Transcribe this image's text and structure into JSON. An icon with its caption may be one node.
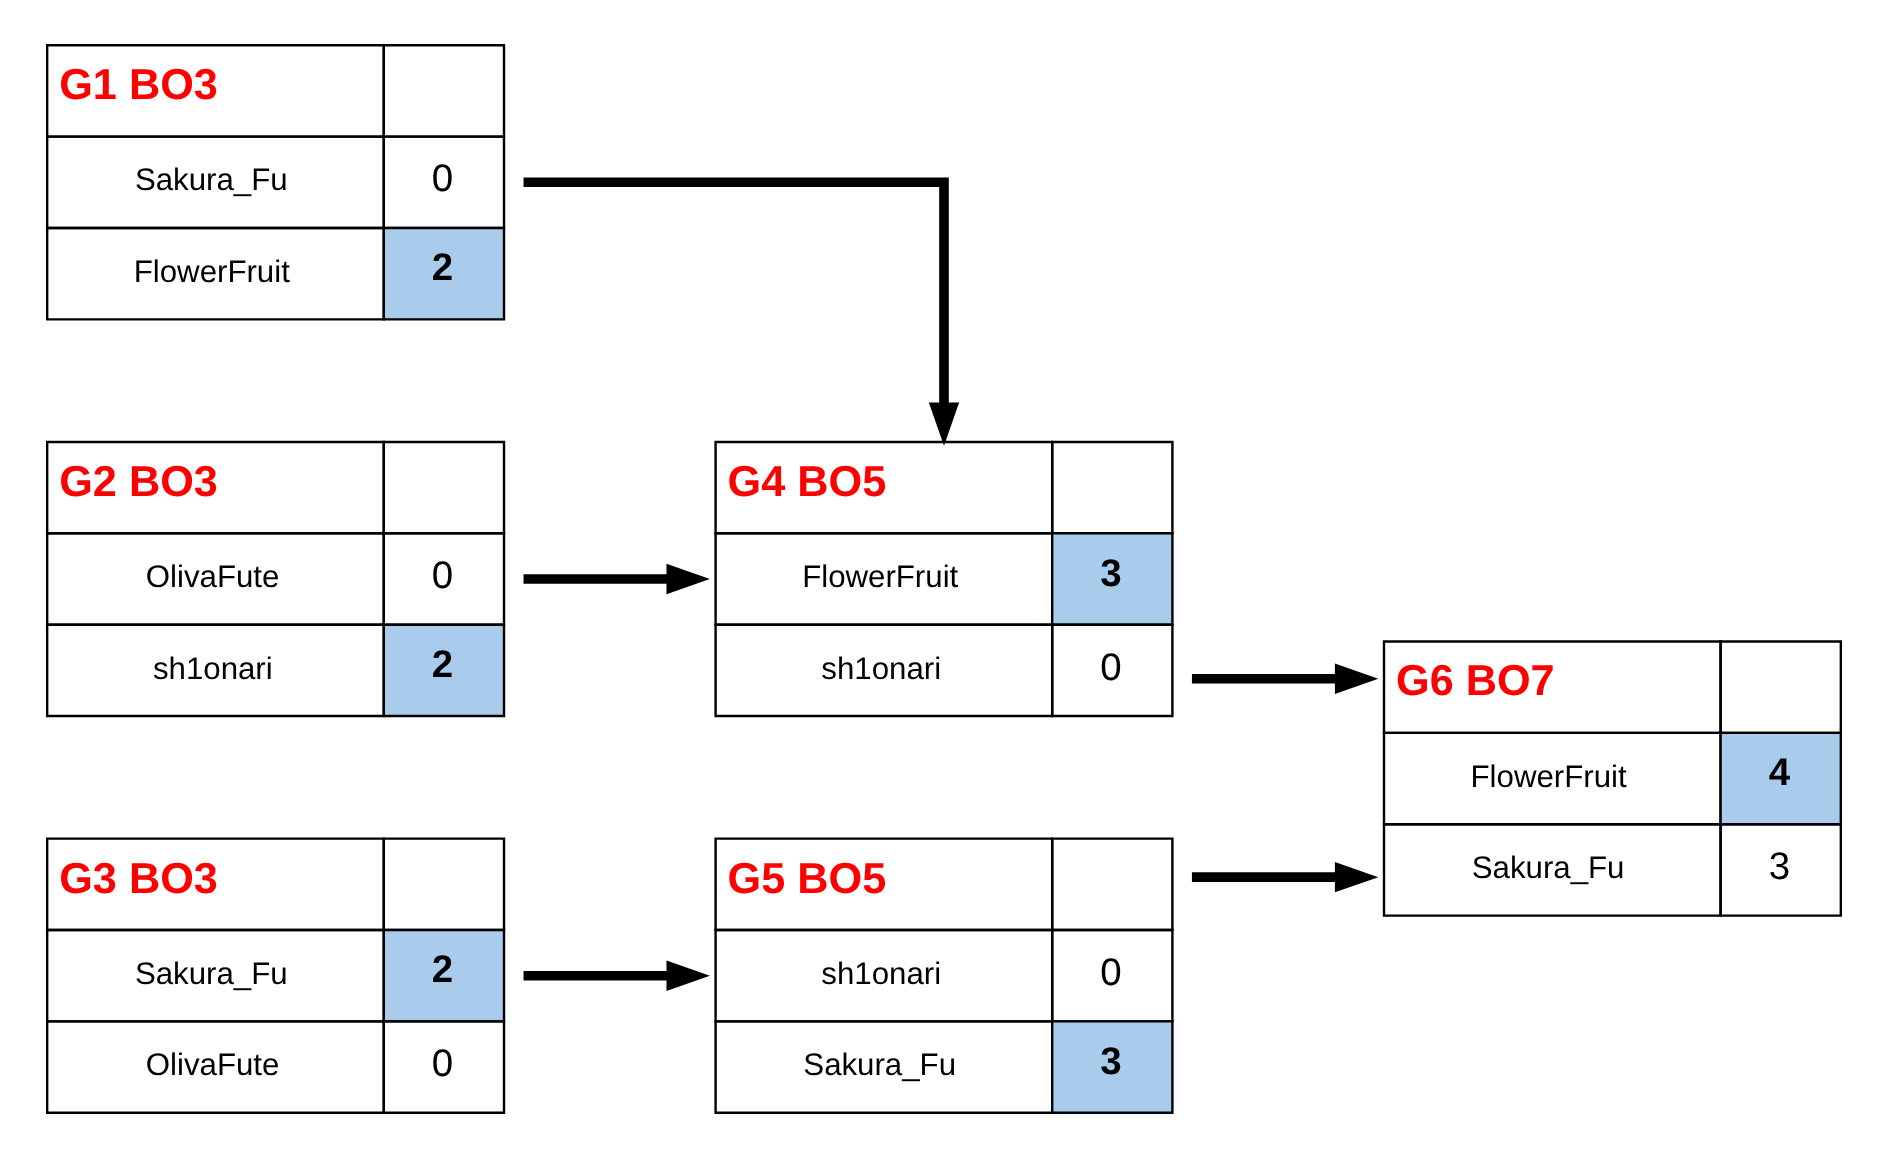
{
  "diagram": {
    "nodes": [
      {
        "text": [
          "G1 BO3",
          "Sakura_Fu",
          "0",
          "FlowerFruit",
          "2"
        ]
      },
      {
        "text": [
          "G2 BO3",
          "OlivaFute",
          "0",
          "sh1onari",
          "2"
        ]
      },
      {
        "text": [
          "G3 BO3",
          "Sakura_Fu",
          "2",
          "OlivaFute",
          "0"
        ]
      },
      {
        "text": [
          "G4 BO5",
          "FlowerFruit",
          "3",
          "sh1onari",
          "0"
        ]
      },
      {
        "text": [
          "G5 BO5",
          "sh1onari",
          "0",
          "Sakura_Fu",
          "3"
        ]
      },
      {
        "text": [
          "G6 BO7",
          "FlowerFruit",
          "4",
          "Sakura_Fu",
          "3"
        ]
      }
    ],
    "edges": [
      {
        "from": 0,
        "to": 3,
        "arrow": "to"
      },
      {
        "from": 1,
        "to": 3,
        "arrow": "to"
      },
      {
        "from": 2,
        "to": 4,
        "arrow": "to"
      },
      {
        "from": 3,
        "to": 5,
        "arrow": "to"
      },
      {
        "from": 4,
        "to": 5,
        "arrow": "to"
      }
    ]
  }
}
